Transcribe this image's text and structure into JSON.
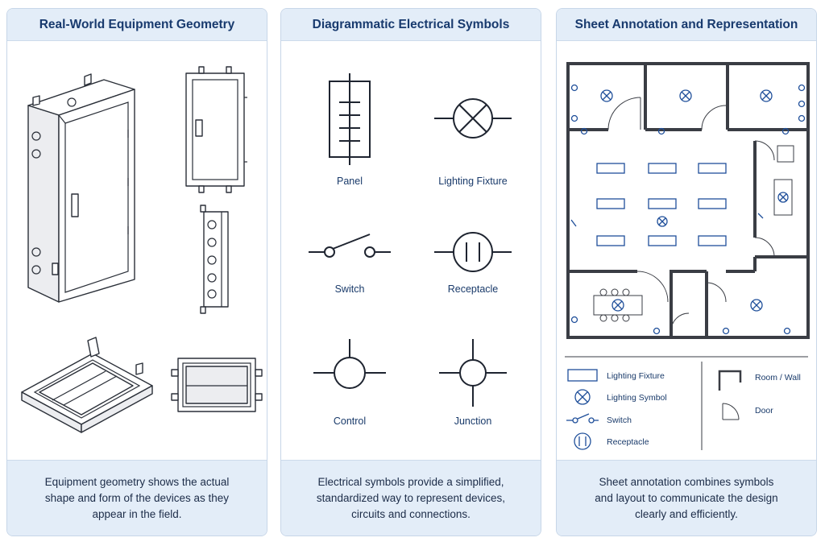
{
  "panels": [
    {
      "title": "Real-World Equipment Geometry",
      "caption": "Equipment geometry shows the actual shape and form of the devices as they appear in the field."
    },
    {
      "title": "Diagrammatic Electrical Symbols",
      "caption": "Electrical symbols provide a simplified, standardized way to represent devices, circuits and connections."
    },
    {
      "title": "Sheet Annotation and Representation",
      "caption": "Sheet annotation combines symbols and layout to communicate the design clearly and efficiently."
    }
  ],
  "symbols": {
    "panel": "Panel",
    "lighting_fixture": "Lighting Fixture",
    "switch": "Switch",
    "receptacle": "Receptacle",
    "control": "Control",
    "junction": "Junction"
  },
  "legend": {
    "lighting_fixture": "Lighting Fixture",
    "lighting_symbol": "Lighting Symbol",
    "switch": "Switch",
    "receptacle": "Receptacle",
    "room_wall": "Room / Wall",
    "door": "Door"
  },
  "colors": {
    "accent": "#1f4f9a",
    "header_bg": "#e3edf8",
    "border": "#c7d6e8"
  }
}
